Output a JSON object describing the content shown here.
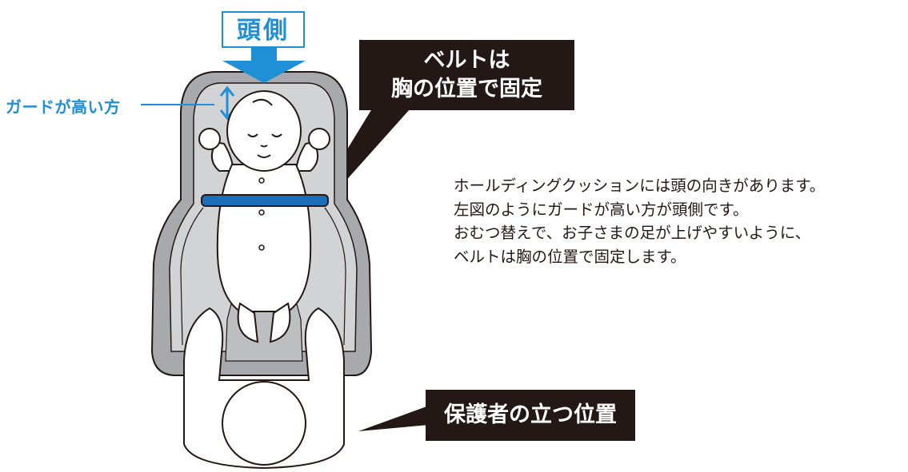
{
  "labels": {
    "head_side": "頭側",
    "guard_high_side": "ガードが高い方",
    "belt_callout": [
      "ベルトは",
      "胸の位置で固定"
    ],
    "guardian_callout": "保護者の立つ位置"
  },
  "description_lines": [
    "ホールディングクッションには頭の向きがあります。",
    "左図のようにガードが高い方が頭側です。",
    "おむつ替えで、お子さまの足が上げやすいように、",
    "ベルトは胸の位置で固定します。"
  ],
  "colors": {
    "accent_blue": "#1f8fd6",
    "belt_blue": "#1b6fb8",
    "callout_bg": "#231815",
    "cushion_gray": "#a7a9ac",
    "cushion_light": "#d1d3d4"
  }
}
